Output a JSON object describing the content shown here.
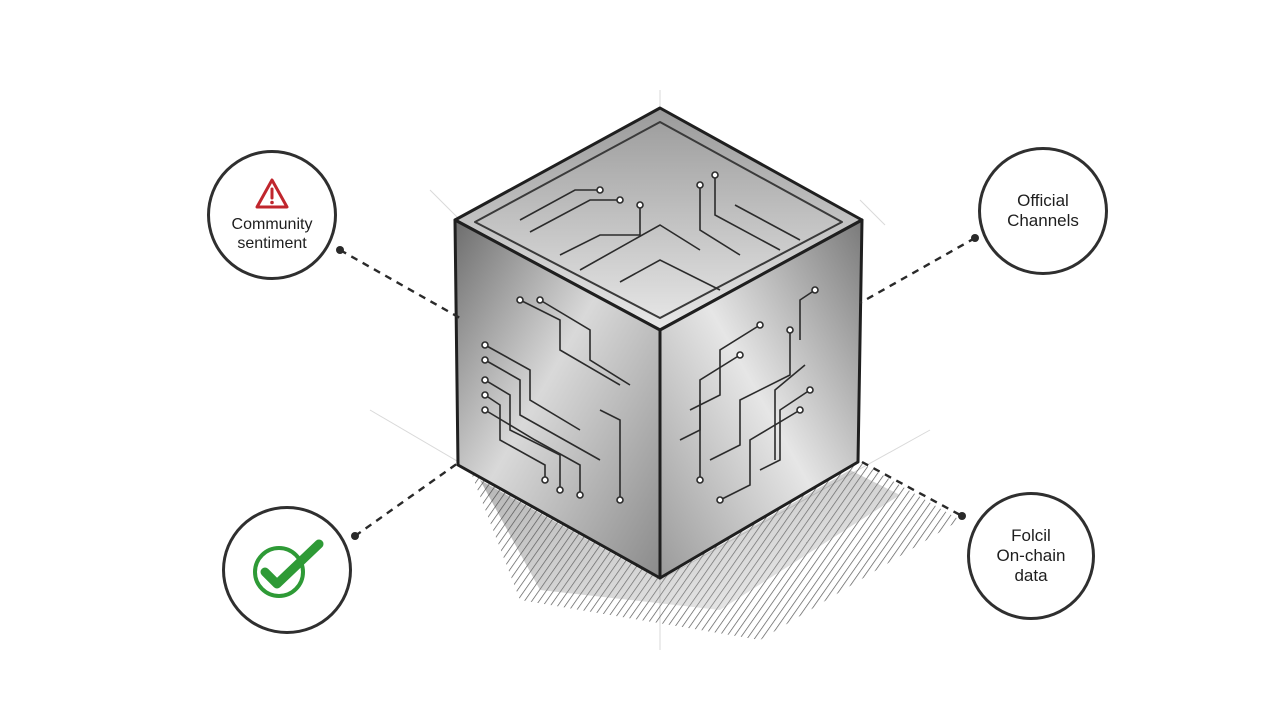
{
  "nodes": {
    "community": {
      "line1": "Community",
      "line2": "sentiment",
      "icon": "warning-triangle-icon",
      "icon_color": "#c0262d"
    },
    "official": {
      "line1": "Official",
      "line2": "Channels"
    },
    "verified": {
      "icon": "check-circle-icon",
      "icon_color": "#2e9a36"
    },
    "onchain": {
      "line1": "Folcil",
      "line2": "On-chain",
      "line3": "data"
    }
  },
  "colors": {
    "ink": "#2f2f2f",
    "warning": "#c0262d",
    "check": "#2e9a36"
  }
}
